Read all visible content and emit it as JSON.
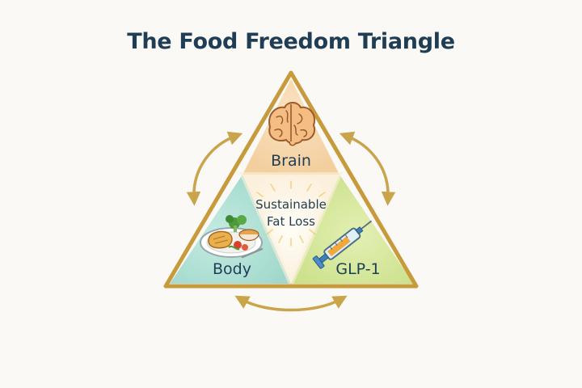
{
  "title": "The Food Freedom Triangle",
  "center": {
    "line1": "Sustainable",
    "line2": "Fat Loss"
  },
  "corners": {
    "top": {
      "label": "Brain",
      "icon": "brain-icon",
      "color": "#f6d7ae"
    },
    "left": {
      "label": "Body",
      "icon": "meal-plate-icon",
      "color": "#aee0d6"
    },
    "right": {
      "label": "GLP-1",
      "icon": "syringe-icon",
      "color": "#d6e89a"
    }
  },
  "colors": {
    "outline": "#c79a3c",
    "arrows": "#c9a44a",
    "title": "#1f3d55"
  }
}
